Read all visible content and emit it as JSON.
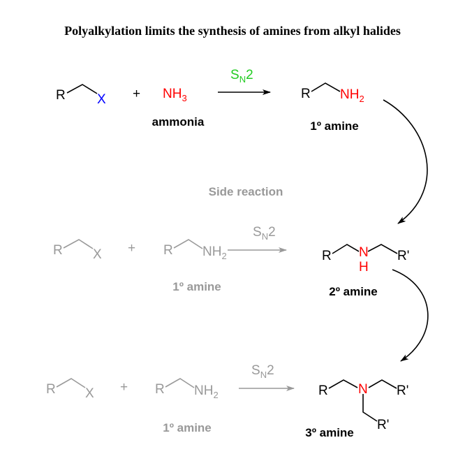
{
  "title": "Polyalkylation limits the synthesis of amines from alkyl halides",
  "colors": {
    "nitrogen": "#ff0000",
    "halogen": "#0000ff",
    "sn2_main": "#22cc22",
    "faded": "#999999",
    "text": "#000000"
  },
  "row1": {
    "r": "R",
    "x": "X",
    "plus": "+",
    "nh3": {
      "base": "NH",
      "sub": "3"
    },
    "reagent_label": "ammonia",
    "arrow": {
      "s": "S",
      "sub": "N",
      "num": "2"
    },
    "product": {
      "r": "R",
      "nh2": {
        "base": "NH",
        "sub": "2"
      }
    },
    "product_label": "1º amine"
  },
  "side_reaction_label": "Side reaction",
  "row2": {
    "r": "R",
    "x": "X",
    "plus": "+",
    "amine": {
      "r": "R",
      "nh2": {
        "base": "NH",
        "sub": "2"
      }
    },
    "reagent_label": "1º amine",
    "arrow": {
      "s": "S",
      "sub": "N",
      "num": "2"
    },
    "product": {
      "r": "R",
      "n": "N",
      "h": "H",
      "r2": "R'"
    },
    "product_label": "2º amine"
  },
  "row3": {
    "r": "R",
    "x": "X",
    "plus": "+",
    "amine": {
      "r": "R",
      "nh2": {
        "base": "NH",
        "sub": "2"
      }
    },
    "reagent_label": "1º amine",
    "arrow": {
      "s": "S",
      "sub": "N",
      "num": "2"
    },
    "product": {
      "r": "R",
      "n": "N",
      "r2": "R'",
      "r3": "R'"
    },
    "product_label": "3º amine"
  }
}
